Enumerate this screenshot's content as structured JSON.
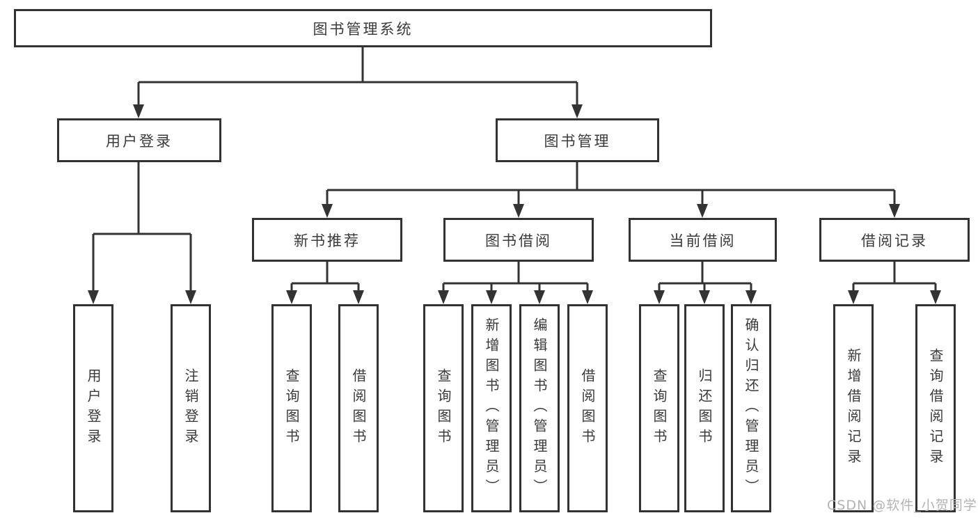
{
  "colors": {
    "line": "#333333",
    "box_border": "#323232",
    "text": "#3a3a3a",
    "watermark": "#b3b3b3",
    "background": "#ffffff"
  },
  "diagram": {
    "root": {
      "label": "图书管理系统"
    },
    "level2": [
      {
        "id": "user-login-module",
        "label": "用户登录"
      },
      {
        "id": "book-management-module",
        "label": "图书管理"
      }
    ],
    "level3": [
      {
        "id": "new-book-recommend",
        "parent": "图书管理",
        "label": "新书推荐"
      },
      {
        "id": "book-borrowing",
        "parent": "图书管理",
        "label": "图书借阅"
      },
      {
        "id": "current-borrowing",
        "parent": "图书管理",
        "label": "当前借阅"
      },
      {
        "id": "borrowing-records",
        "parent": "图书管理",
        "label": "借阅记录"
      }
    ],
    "leaves": [
      {
        "parent": "用户登录",
        "label": "用户登录"
      },
      {
        "parent": "用户登录",
        "label": "注销登录"
      },
      {
        "parent": "新书推荐",
        "label": "查询图书"
      },
      {
        "parent": "新书推荐",
        "label": "借阅图书"
      },
      {
        "parent": "图书借阅",
        "label": "查询图书"
      },
      {
        "parent": "图书借阅",
        "label": "新增图书（管理员）"
      },
      {
        "parent": "图书借阅",
        "label": "编辑图书（管理员）"
      },
      {
        "parent": "图书借阅",
        "label": "借阅图书"
      },
      {
        "parent": "当前借阅",
        "label": "查询图书"
      },
      {
        "parent": "当前借阅",
        "label": "归还图书"
      },
      {
        "parent": "当前借阅",
        "label": "确认归还（管理员）"
      },
      {
        "parent": "借阅记录",
        "label": "新增借阅记录"
      },
      {
        "parent": "借阅记录",
        "label": "查询借阅记录"
      }
    ]
  },
  "watermark": {
    "text": "CSDN @软件_小贺同学"
  }
}
